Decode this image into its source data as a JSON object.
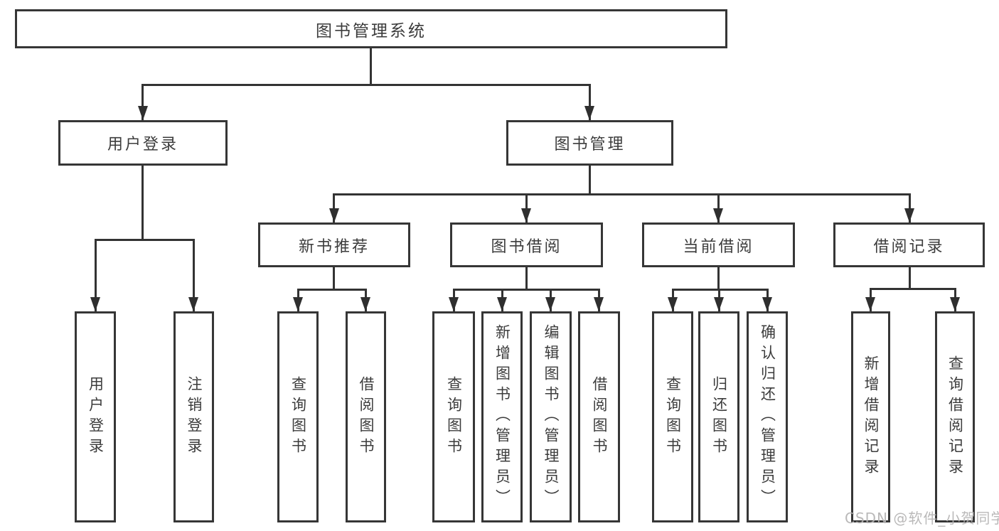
{
  "title": "图书管理系统",
  "watermark": "CSDN @软件_小贺同学",
  "colors": {
    "line": "#333333",
    "box_border": "#363636",
    "text": "#3c3c3c",
    "watermark": "#b5b4b4",
    "background": "#ffffff"
  },
  "tree": {
    "root": "图书管理系统",
    "children": [
      {
        "label": "用户登录",
        "children": [
          "用户登录",
          "注销登录"
        ]
      },
      {
        "label": "图书管理",
        "children": [
          {
            "label": "新书推荐",
            "children": [
              "查询图书",
              "借阅图书"
            ]
          },
          {
            "label": "图书借阅",
            "children": [
              "查询图书",
              "新增图书（管理员）",
              "编辑图书（管理员）",
              "借阅图书"
            ]
          },
          {
            "label": "当前借阅",
            "children": [
              "查询图书",
              "归还图书",
              "确认归还（管理员）"
            ]
          },
          {
            "label": "借阅记录",
            "children": [
              "新增借阅记录",
              "查询借阅记录"
            ]
          }
        ]
      }
    ]
  }
}
